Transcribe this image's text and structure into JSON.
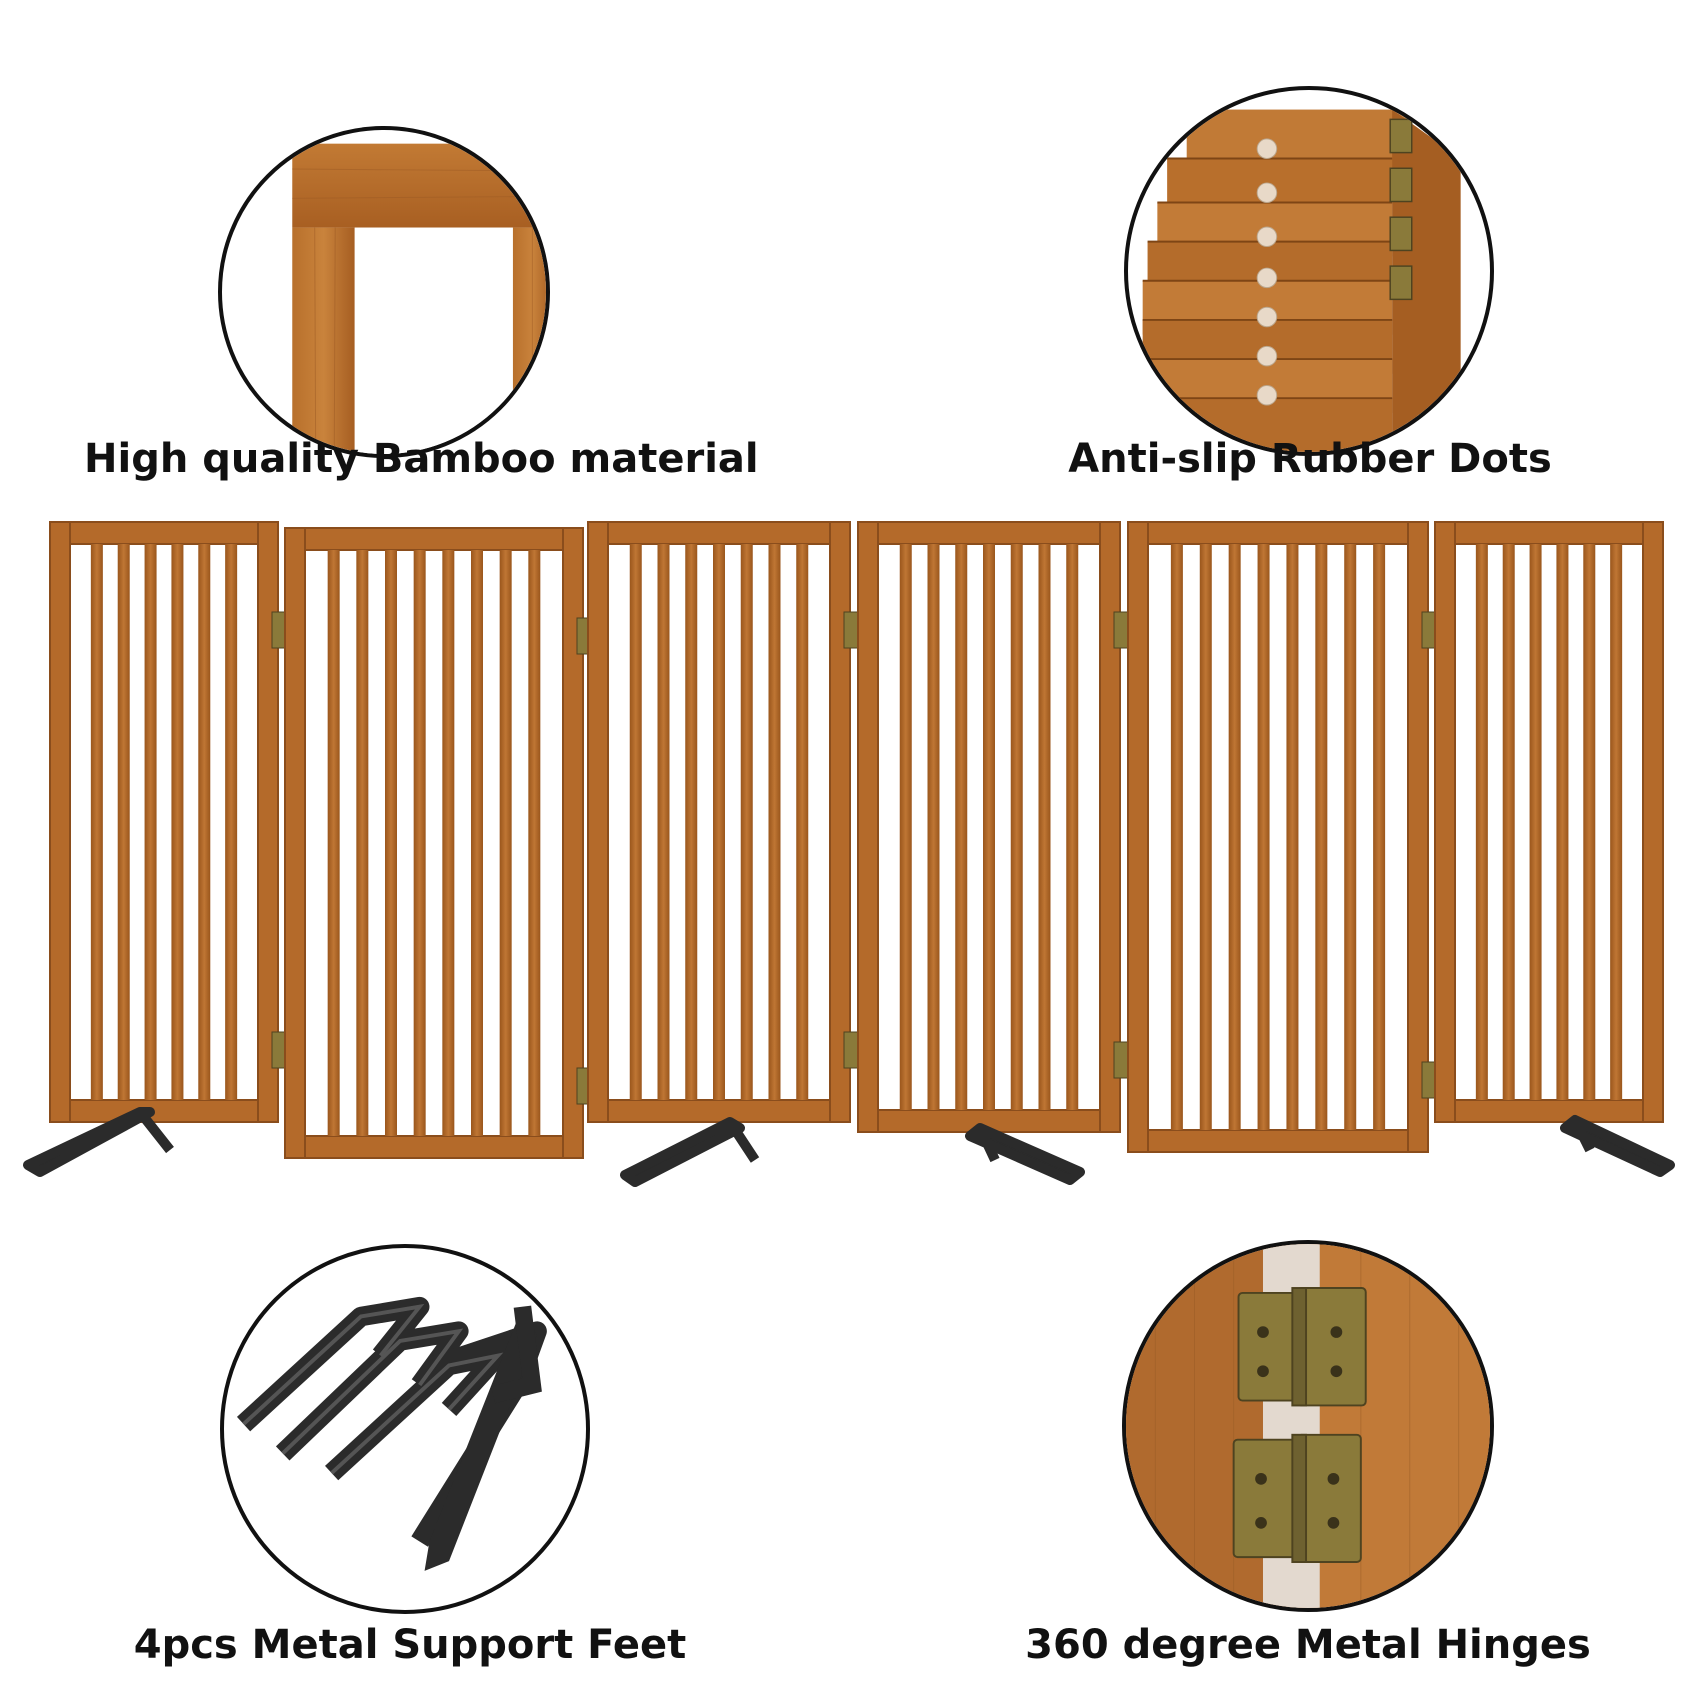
{
  "features": {
    "bamboo": {
      "label": "High quality Bamboo material"
    },
    "rubber_dots": {
      "label": "Anti-slip Rubber Dots"
    },
    "support_feet": {
      "label": "4pcs Metal Support Feet"
    },
    "hinges": {
      "label": "360 degree Metal Hinges"
    }
  },
  "product": {
    "panel_count": 6,
    "support_feet_count": 4
  },
  "colors": {
    "bamboo_wood": "#b46a2a",
    "bamboo_dark": "#8a4d1c",
    "metal_feet": "#2b2b2b",
    "hinge_brass": "#8a7a3a",
    "outline": "#111111"
  }
}
